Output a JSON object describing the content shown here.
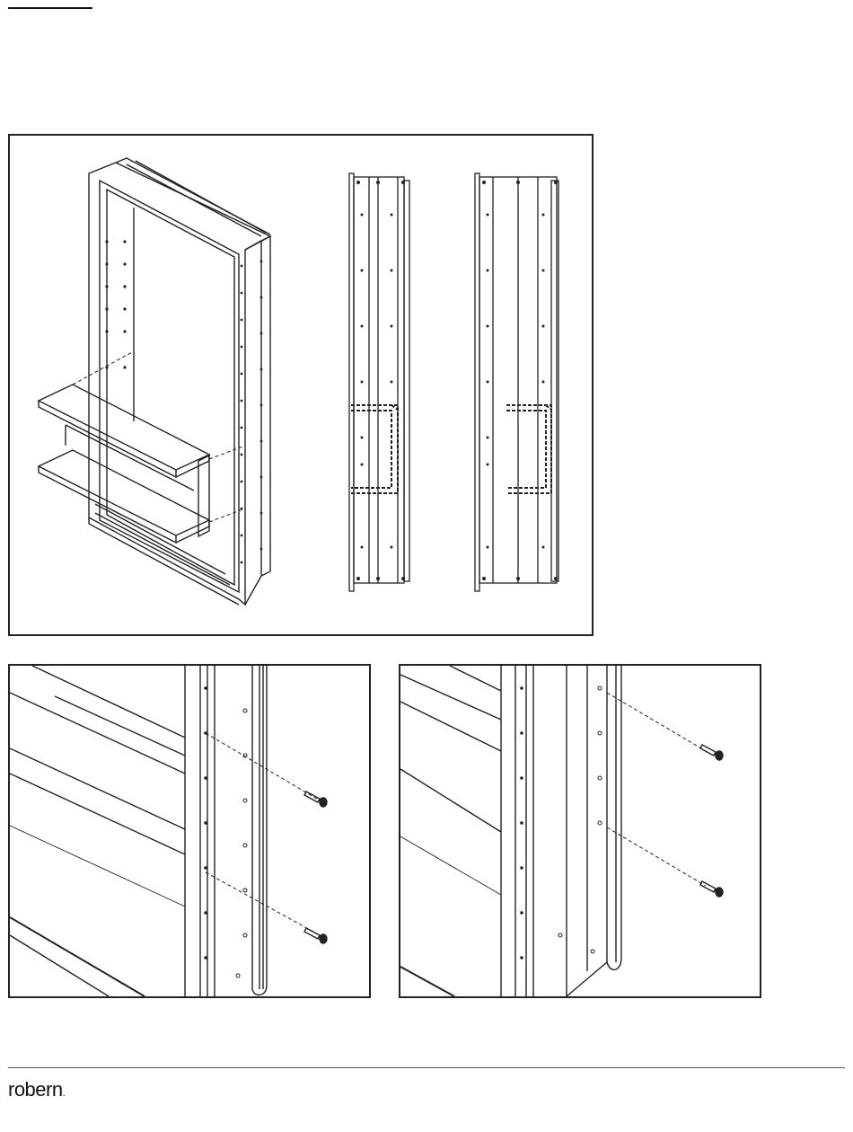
{
  "brand": {
    "name": "robern",
    "mark": "."
  },
  "figures": {
    "main_panel": "shelf-installation-overview",
    "detail_left": "screw-fastening-detail-left",
    "detail_right": "screw-fastening-detail-right"
  },
  "colors": {
    "line": "#222222",
    "background": "#ffffff"
  }
}
